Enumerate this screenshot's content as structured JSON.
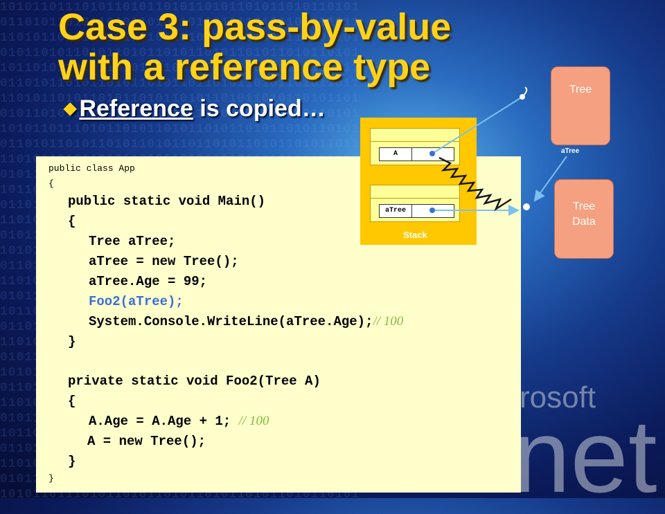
{
  "slide": {
    "title_line1": "Case 3:  pass-by-value",
    "title_line2": "with a reference type",
    "bullet_symbol": "◆",
    "bullet_underlined": "Reference",
    "bullet_rest": " is copied…",
    "colors": {
      "title": "#ffd21a",
      "code_bg": "#ffffcc",
      "stack": "#ffc800",
      "heap": "#f5a080",
      "highlight": "#3a6fd8",
      "comment": "#7fbf3f"
    }
  },
  "code": {
    "line1": "public class App",
    "line2": "{",
    "line3": "public static void Main()",
    "line4": "{",
    "line5": "Tree aTree;",
    "line6": "aTree = new Tree();",
    "line7": "aTree.Age = 99;",
    "line8": "Foo2(aTree);",
    "line9": "System.Console.WriteLine(aTree.Age);",
    "line9_comment": "// 100",
    "line10": "}",
    "line11": "private static void Foo2(Tree A)",
    "line12": "{",
    "line13": "A.Age = A.Age + 1;",
    "line13_comment": "// 100",
    "line14": "A = new Tree();",
    "line15": "}",
    "line16": "}"
  },
  "diagram": {
    "stack_label": "Stack",
    "frame_top_var": "A",
    "frame_bottom_var": "aTree",
    "heap_top_label": "Tree",
    "heap_bottom_label_line1": "Tree",
    "heap_bottom_label_line2": "Data",
    "heap_small_label": "aTree"
  },
  "branding": {
    "line1": "rosoft",
    "line2": "net"
  }
}
